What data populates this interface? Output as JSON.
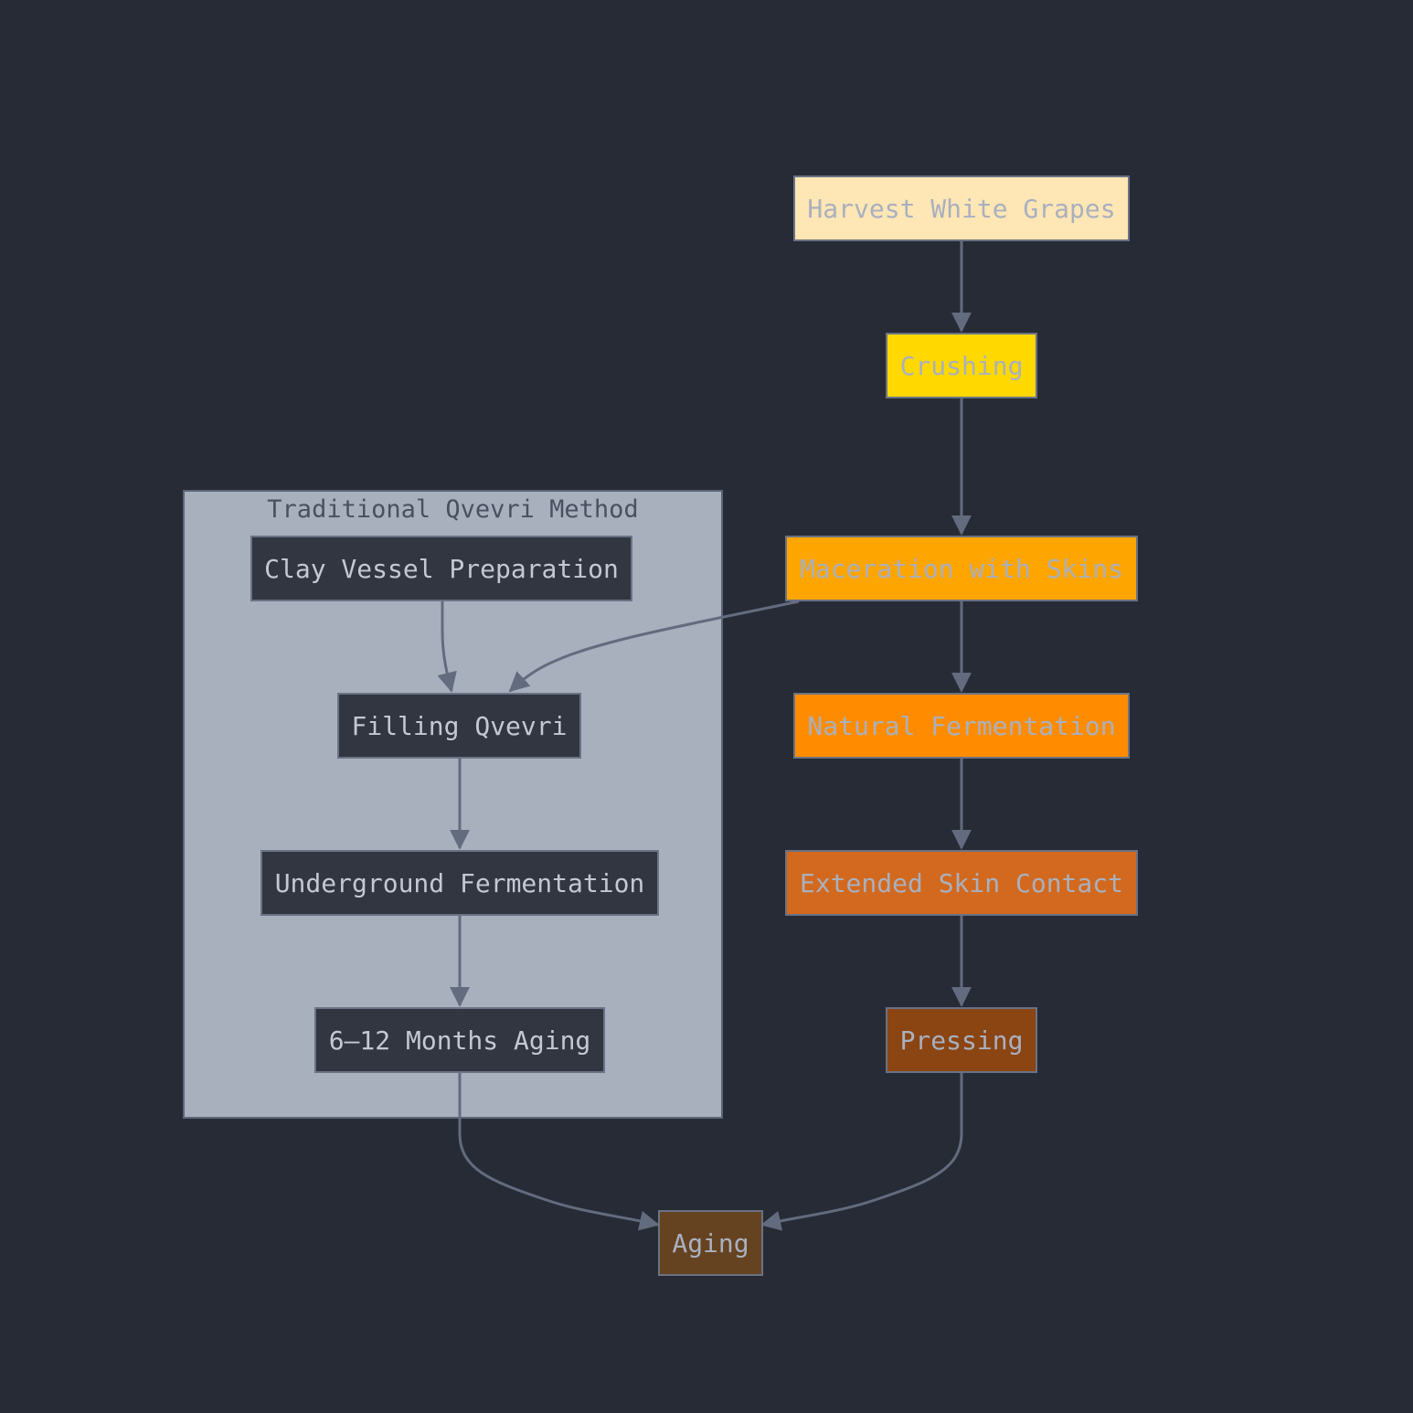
{
  "diagram": {
    "cluster": {
      "title": "Traditional Qvevri Method"
    },
    "nodes": {
      "harvest": {
        "label": "Harvest White Grapes",
        "fill": "#ffe6b5"
      },
      "crushing": {
        "label": "Crushing",
        "fill": "#ffd800"
      },
      "maceration": {
        "label": "Maceration with Skins",
        "fill": "#ffa500"
      },
      "natural_fermentation": {
        "label": "Natural Fermentation",
        "fill": "#ff8c00"
      },
      "extended_skin_contact": {
        "label": "Extended Skin Contact",
        "fill": "#d2691e"
      },
      "pressing": {
        "label": "Pressing",
        "fill": "#8b4513"
      },
      "aging": {
        "label": "Aging",
        "fill": "#654321"
      },
      "clay_vessel": {
        "label": "Clay Vessel Preparation",
        "fill": "#323641"
      },
      "filling_qvevri": {
        "label": "Filling Qvevri",
        "fill": "#323641"
      },
      "underground_fermentation": {
        "label": "Underground Fermentation",
        "fill": "#323641"
      },
      "months_aging": {
        "label": "6–12 Months Aging",
        "fill": "#323641"
      }
    },
    "edges": [
      {
        "from": "Harvest White Grapes",
        "to": "Crushing"
      },
      {
        "from": "Crushing",
        "to": "Maceration with Skins"
      },
      {
        "from": "Maceration with Skins",
        "to": "Natural Fermentation"
      },
      {
        "from": "Maceration with Skins",
        "to": "Filling Qvevri"
      },
      {
        "from": "Natural Fermentation",
        "to": "Extended Skin Contact"
      },
      {
        "from": "Extended Skin Contact",
        "to": "Pressing"
      },
      {
        "from": "Pressing",
        "to": "Aging"
      },
      {
        "from": "Clay Vessel Preparation",
        "to": "Filling Qvevri"
      },
      {
        "from": "Filling Qvevri",
        "to": "Underground Fermentation"
      },
      {
        "from": "Underground Fermentation",
        "to": "6–12 Months Aging"
      },
      {
        "from": "6–12 Months Aging",
        "to": "Aging"
      }
    ],
    "edge_color": "#636b7e",
    "background": "#272b35"
  }
}
